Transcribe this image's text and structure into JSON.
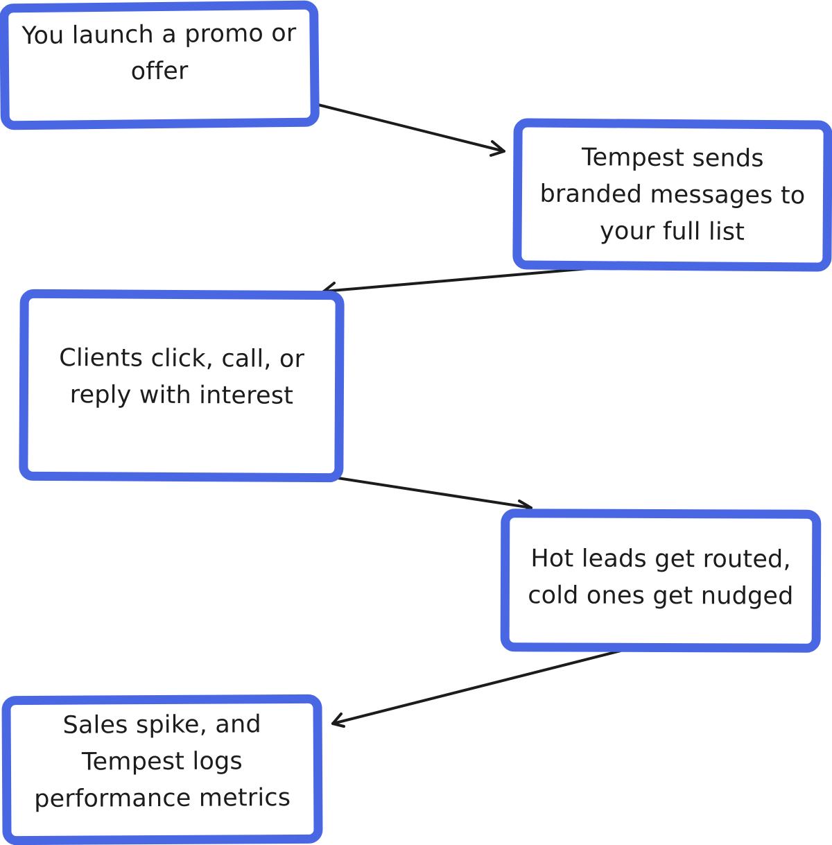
{
  "steps": [
    {
      "text": "You launch a promo or offer"
    },
    {
      "text": "Tempest sends branded messages to your full list"
    },
    {
      "text": "Clients click, call, or reply with interest"
    },
    {
      "text": "Hot leads get routed, cold ones get nudged"
    },
    {
      "text": "Sales spike, and Tempest logs performance metrics"
    }
  ],
  "colors": {
    "box_border": "#4a67e3",
    "box_fill": "#ffffff",
    "arrow": "#1c1c1c",
    "text": "#1c1c1c"
  }
}
